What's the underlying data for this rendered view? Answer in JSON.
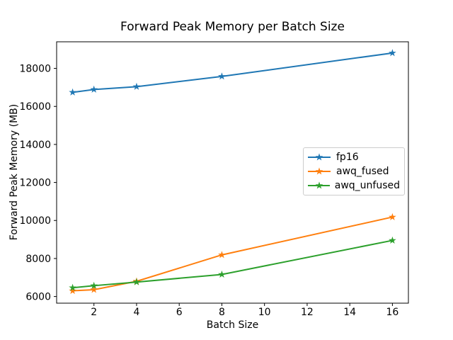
{
  "chart_data": {
    "type": "line",
    "title": "Forward Peak Memory per Batch Size",
    "xlabel": "Batch Size",
    "ylabel": "Forward Peak Memory (MB)",
    "x": [
      1,
      2,
      4,
      8,
      16
    ],
    "series": [
      {
        "name": "fp16",
        "color": "#1f77b4",
        "marker": "star",
        "values": [
          16740,
          16890,
          17040,
          17580,
          18810
        ]
      },
      {
        "name": "awq_fused",
        "color": "#ff7f0e",
        "marker": "star",
        "values": [
          6300,
          6360,
          6800,
          8190,
          10180
        ]
      },
      {
        "name": "awq_unfused",
        "color": "#2ca02c",
        "marker": "star",
        "values": [
          6460,
          6570,
          6760,
          7160,
          8950
        ]
      }
    ],
    "xticks": [
      2,
      4,
      6,
      8,
      10,
      12,
      14,
      16
    ],
    "yticks": [
      6000,
      8000,
      10000,
      12000,
      14000,
      16000,
      18000
    ],
    "xlim": [
      0.25,
      16.75
    ],
    "ylim": [
      5650,
      19400
    ],
    "grid": false,
    "legend": {
      "position": "center-right",
      "border_color": "#cccccc",
      "background": "#ffffff"
    },
    "axis_color": "#000000",
    "text_color": "#000000",
    "background_color": "#ffffff"
  }
}
